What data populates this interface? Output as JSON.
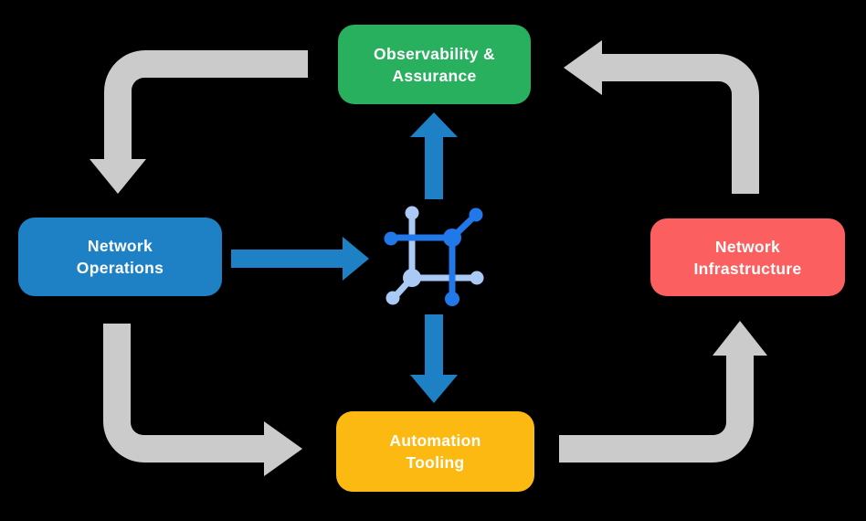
{
  "diagram": {
    "background": "#000000",
    "nodes": {
      "observability": {
        "line1": "Observability &",
        "line2": "Assurance",
        "color": "#28b05e",
        "text_color": "#ffffff"
      },
      "operations": {
        "line1": "Network",
        "line2": "Operations",
        "color": "#1e81c5",
        "text_color": "#ffffff"
      },
      "infrastructure": {
        "line1": "Network",
        "line2": "Infrastructure",
        "color": "#fb5f5f",
        "text_color": "#ffffff"
      },
      "automation": {
        "line1": "Automation",
        "line2": "Tooling",
        "color": "#fcb912",
        "text_color": "#ffffff"
      }
    },
    "center_icon": {
      "name": "network-mesh-icon",
      "dark_blue": "#2178e8",
      "light_blue": "#aac9f5"
    },
    "arrows": {
      "gray": "#cbcbcb",
      "blue": "#1e81c5",
      "connections": [
        {
          "from": "observability",
          "to": "operations",
          "style": "gray-elbow"
        },
        {
          "from": "operations",
          "to": "automation",
          "style": "gray-elbow"
        },
        {
          "from": "automation",
          "to": "infrastructure",
          "style": "gray-elbow"
        },
        {
          "from": "infrastructure",
          "to": "observability",
          "style": "gray-elbow"
        },
        {
          "from": "operations",
          "to": "center-icon",
          "style": "blue-straight"
        },
        {
          "from": "center-icon",
          "to": "observability",
          "style": "blue-straight"
        },
        {
          "from": "center-icon",
          "to": "automation",
          "style": "blue-straight"
        }
      ]
    }
  }
}
